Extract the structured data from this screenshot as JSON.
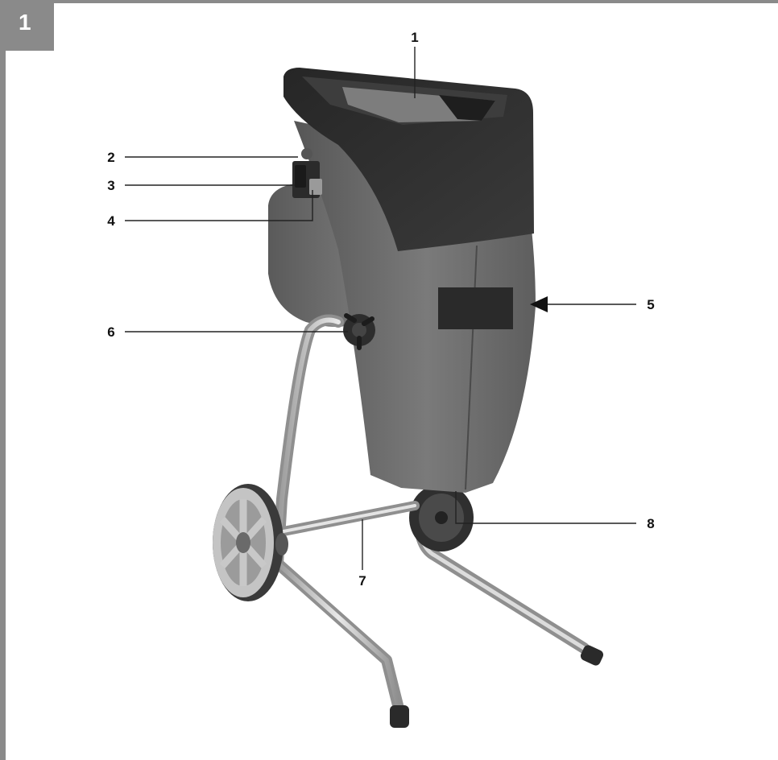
{
  "figure": {
    "number": "1"
  },
  "colors": {
    "frame": "#8a8a8a",
    "hopper": "#2e2e2e",
    "body": "#6b6b6b",
    "frame_metal": "#c8c8c8",
    "wheel": "#b8b8b8"
  },
  "callouts": [
    {
      "number": "1",
      "part": "feed-hopper"
    },
    {
      "number": "2",
      "part": "reset-button"
    },
    {
      "number": "3",
      "part": "on-off-switch"
    },
    {
      "number": "4",
      "part": "plug"
    },
    {
      "number": "5",
      "part": "housing"
    },
    {
      "number": "6",
      "part": "adjusting-knob"
    },
    {
      "number": "7",
      "part": "stand-frame"
    },
    {
      "number": "8",
      "part": "wheel"
    }
  ]
}
